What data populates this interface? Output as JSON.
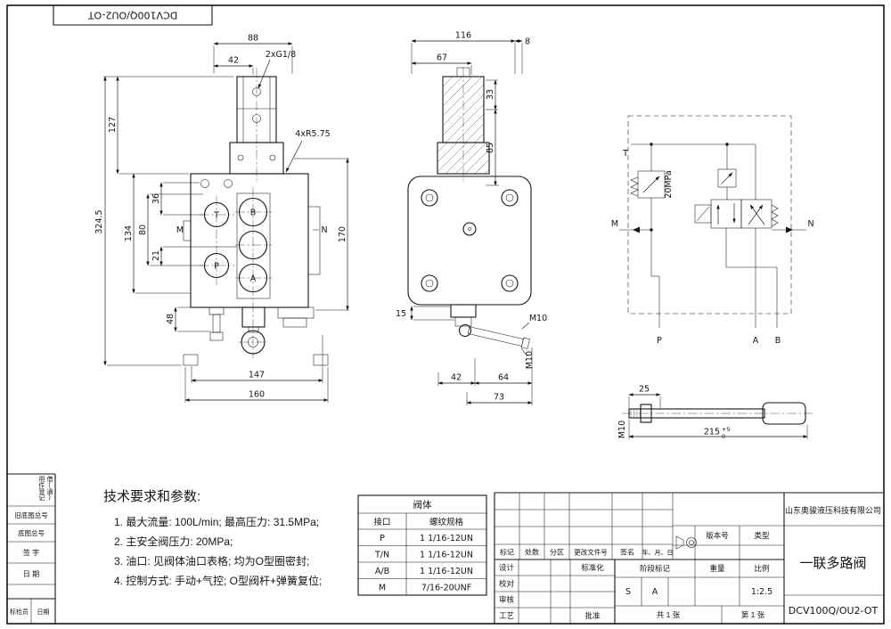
{
  "frame": {
    "corner_code": "DCV100Q/OU2-OT"
  },
  "left_strip": {
    "borrow_label": "借(通)用件登记",
    "old_base_no": "旧底图总号",
    "base_no": "底图总号",
    "signature": "签 字",
    "date": "日 期",
    "bottom_left": "标检员",
    "bottom_right": "日期"
  },
  "front_view": {
    "dims": {
      "w88": "88",
      "w42": "42",
      "h127": "127",
      "h324_5": "324.5",
      "h134": "134",
      "h80": "80",
      "h36": "36",
      "h21": "21",
      "v170": "170",
      "h48": "48",
      "w147": "147",
      "w160": "160"
    },
    "labels": {
      "ports_top": "2xG1/8",
      "radius": "4xR5.75",
      "m": "M",
      "n": "N",
      "t": "T",
      "b": "B",
      "p": "P",
      "a": "A"
    }
  },
  "side_view": {
    "dims": {
      "w116": "116",
      "w8": "8",
      "w67": "67",
      "h33": "33",
      "h85": "85",
      "h15": "15",
      "w42": "42",
      "w64": "64",
      "w73": "73"
    },
    "labels": {
      "m10_a": "M10",
      "m10_b": "M10"
    }
  },
  "schematic": {
    "t": "T",
    "m": "M",
    "n": "N",
    "p": "P",
    "a": "A",
    "b": "B",
    "pressure": "20MPa"
  },
  "lever": {
    "dims": {
      "d25": "25",
      "d215": "215",
      "tol_up": "+5",
      "tol_dn": "0"
    },
    "thread": "M10"
  },
  "tech_notes": {
    "title": "技术要求和参数:",
    "lines": [
      "1. 最大流量: 100L/min; 最高压力: 31.5MPa;",
      "2. 主安全阀压力: 20MPa;",
      "3. 油口: 见阀体油口表格; 均为O型圈密封;",
      "4. 控制方式: 手动+气控; O型阀杆+弹簧复位;"
    ]
  },
  "port_table": {
    "title": "阀体",
    "headers": [
      "接口",
      "螺纹规格"
    ],
    "rows": [
      [
        "P",
        "1 1/16-12UN"
      ],
      [
        "T/N",
        "1 1/16-12UN"
      ],
      [
        "A/B",
        "1 1/16-12UN"
      ],
      [
        "M",
        "7/16-20UNF"
      ]
    ]
  },
  "title_block": {
    "company": "山东奥骏液压科技有限公司",
    "product_name": "一联多路阀",
    "drawing_number": "DCV100Q/OU2-OT",
    "version_label": "版本号",
    "type_label": "类型",
    "rev_headers": [
      "标记",
      "处数",
      "分区",
      "更改文件号",
      "签名",
      "年、月、日"
    ],
    "design": "设计",
    "check": "校对",
    "audit": "审核",
    "process": "工艺",
    "standardize": "标准化",
    "approve": "批准",
    "stage_label": "阶段标记",
    "weight_label": "重量",
    "scale_label": "比例",
    "stage_s": "S",
    "stage_a": "A",
    "scale_value": "1:2.5",
    "sheet_total": "共 1 张",
    "sheet_no": "第 1 张"
  }
}
